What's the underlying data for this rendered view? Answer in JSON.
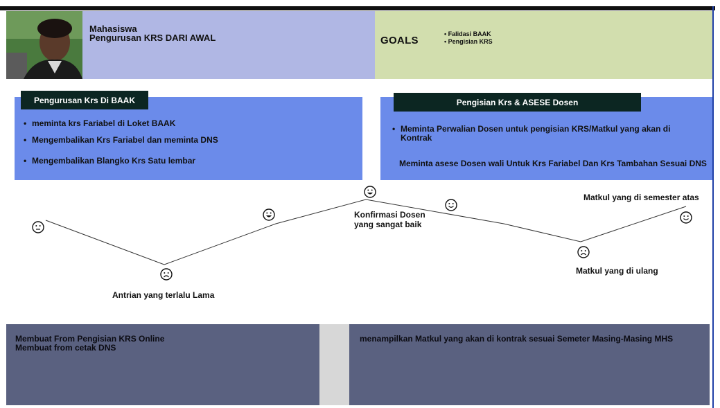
{
  "persona": {
    "role": "Mahasiswa",
    "title": "Pengurusan KRS DARI AWAL"
  },
  "goals": {
    "title": "GOALS",
    "items": [
      "Falidasi BAAK",
      "Pengisian KRS"
    ]
  },
  "stage_left": {
    "title": "Pengurusan Krs Di BAAK",
    "items": [
      "meminta krs Fariabel di Loket BAAK",
      "Mengembalikan Krs Fariabel dan meminta DNS",
      "Mengembalikan Blangko Krs Satu lembar"
    ]
  },
  "stage_right": {
    "title": "Pengisian Krs & ASESE Dosen",
    "items": [
      "Meminta Perwalian Dosen untuk pengisian KRS/Matkul yang akan di",
      "Kontrak",
      "Meminta asese Dosen wali Untuk Krs Fariabel Dan Krs Tambahan Sesuai DNS"
    ]
  },
  "journey": {
    "labels": {
      "low1": "Antrian yang terlalu Lama",
      "peak1": "Konfirmasi Dosen",
      "peak2": "yang sangat baik",
      "low2": "Matkul yang di ulang",
      "end": "Matkul yang di semester atas"
    },
    "emotions": [
      "neutral",
      "sad",
      "happy",
      "happy",
      "happy",
      "sad",
      "happy"
    ]
  },
  "opportunities": {
    "left_line1": "Membuat From Pengisian KRS Online",
    "left_line2": "Membuat from cetak DNS",
    "right": "menampilkan Matkul yang akan di kontrak sesuai Semeter Masing-Masing MHS"
  },
  "colors": {
    "header_left": "#b0b7e4",
    "header_right": "#d2deae",
    "panel": "#6b8bea",
    "tag": "#0c2622",
    "footer": "#5a6180"
  }
}
